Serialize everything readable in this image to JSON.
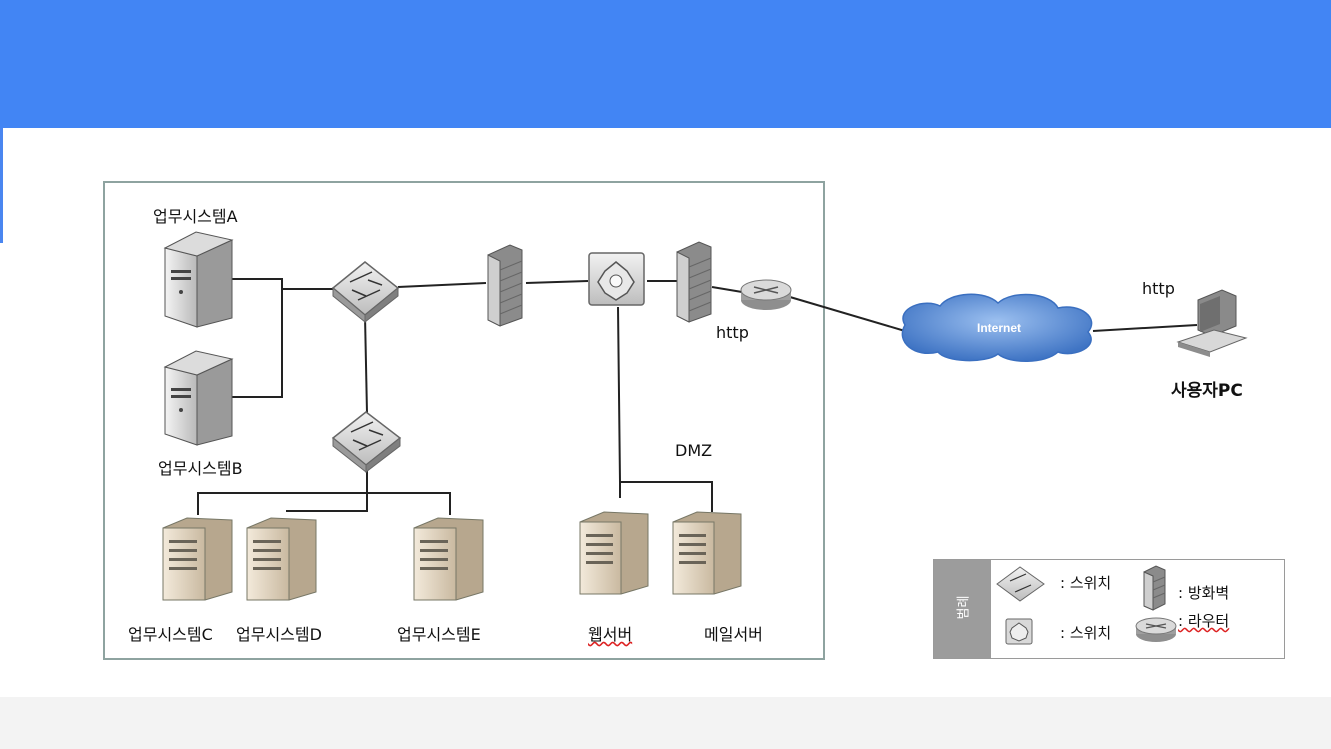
{
  "nodes": {
    "system_a": "업무시스템A",
    "system_b": "업무시스템B",
    "system_c": "업무시스템C",
    "system_d": "업무시스템D",
    "system_e": "업무시스템E",
    "web_server": "웹서버",
    "mail_server": "메일서버",
    "user_pc": "사용자PC",
    "internet": "Internet"
  },
  "labels": {
    "http_router": "http",
    "http_pc": "http",
    "dmz": "DMZ"
  },
  "legend": {
    "title": "범례",
    "switch_label": ": 스위치",
    "l3switch_label": ": 스위치",
    "firewall_label": ": 방화벽",
    "router_label": ": 라우터"
  },
  "colors": {
    "header": "#4285f4",
    "frame_border": "#8ea3a0",
    "cloud": "#5b8fd6"
  }
}
